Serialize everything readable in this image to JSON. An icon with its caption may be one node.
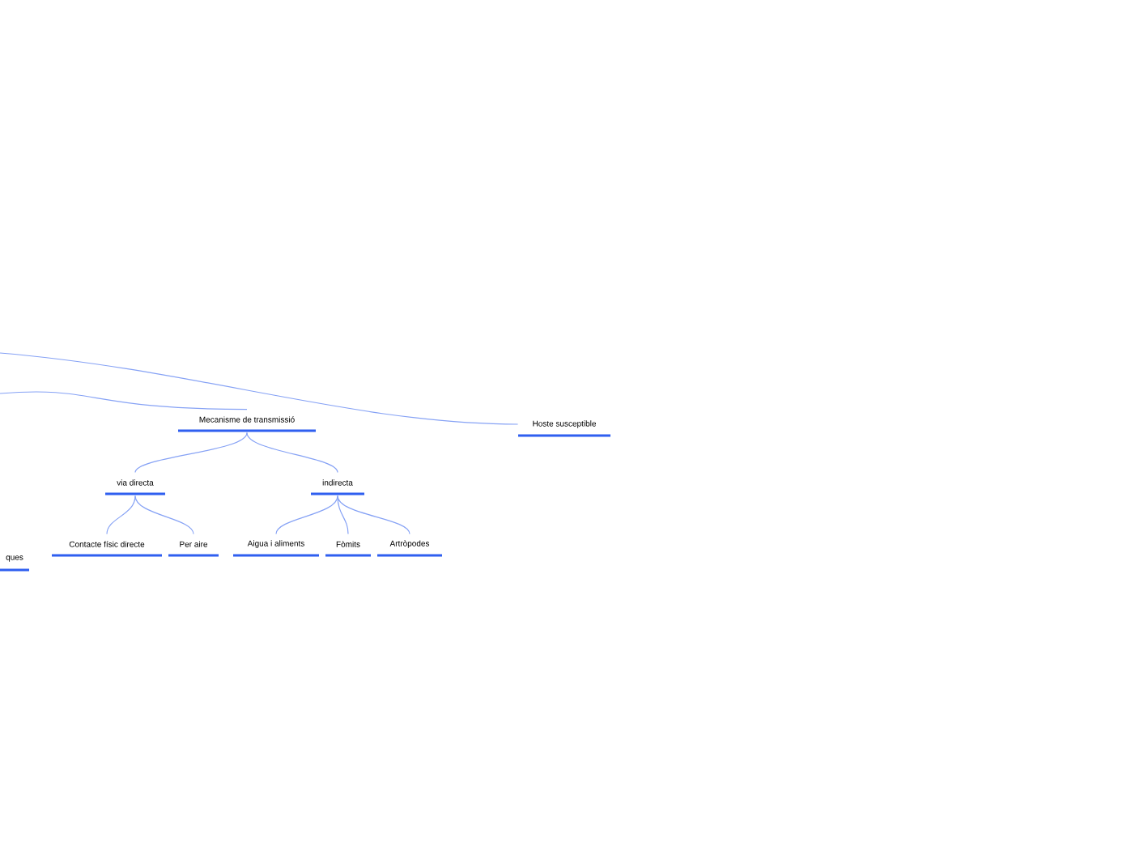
{
  "diagram": {
    "nodes": [
      {
        "text": [
          "Mecanisme de transmissió"
        ]
      },
      {
        "text": [
          "Hoste susceptible"
        ]
      },
      {
        "text": [
          "via directa"
        ]
      },
      {
        "text": [
          "indirecta"
        ]
      },
      {
        "text": [
          "Contacte físic directe"
        ]
      },
      {
        "text": [
          "Per aire"
        ]
      },
      {
        "text": [
          "Aigua i aliments"
        ]
      },
      {
        "text": [
          "Fòmits"
        ]
      },
      {
        "text": [
          "Artròpodes"
        ]
      },
      {
        "text": [
          "ques"
        ]
      }
    ],
    "edges": [
      {
        "from": null,
        "to": 0,
        "arrow": "none"
      },
      {
        "from": null,
        "to": 1,
        "arrow": "none"
      },
      {
        "from": 0,
        "to": 2,
        "arrow": "none"
      },
      {
        "from": 0,
        "to": 3,
        "arrow": "none"
      },
      {
        "from": 2,
        "to": 4,
        "arrow": "none"
      },
      {
        "from": 2,
        "to": 5,
        "arrow": "none"
      },
      {
        "from": 3,
        "to": 6,
        "arrow": "none"
      },
      {
        "from": 3,
        "to": 7,
        "arrow": "none"
      },
      {
        "from": 3,
        "to": 8,
        "arrow": "none"
      }
    ]
  }
}
